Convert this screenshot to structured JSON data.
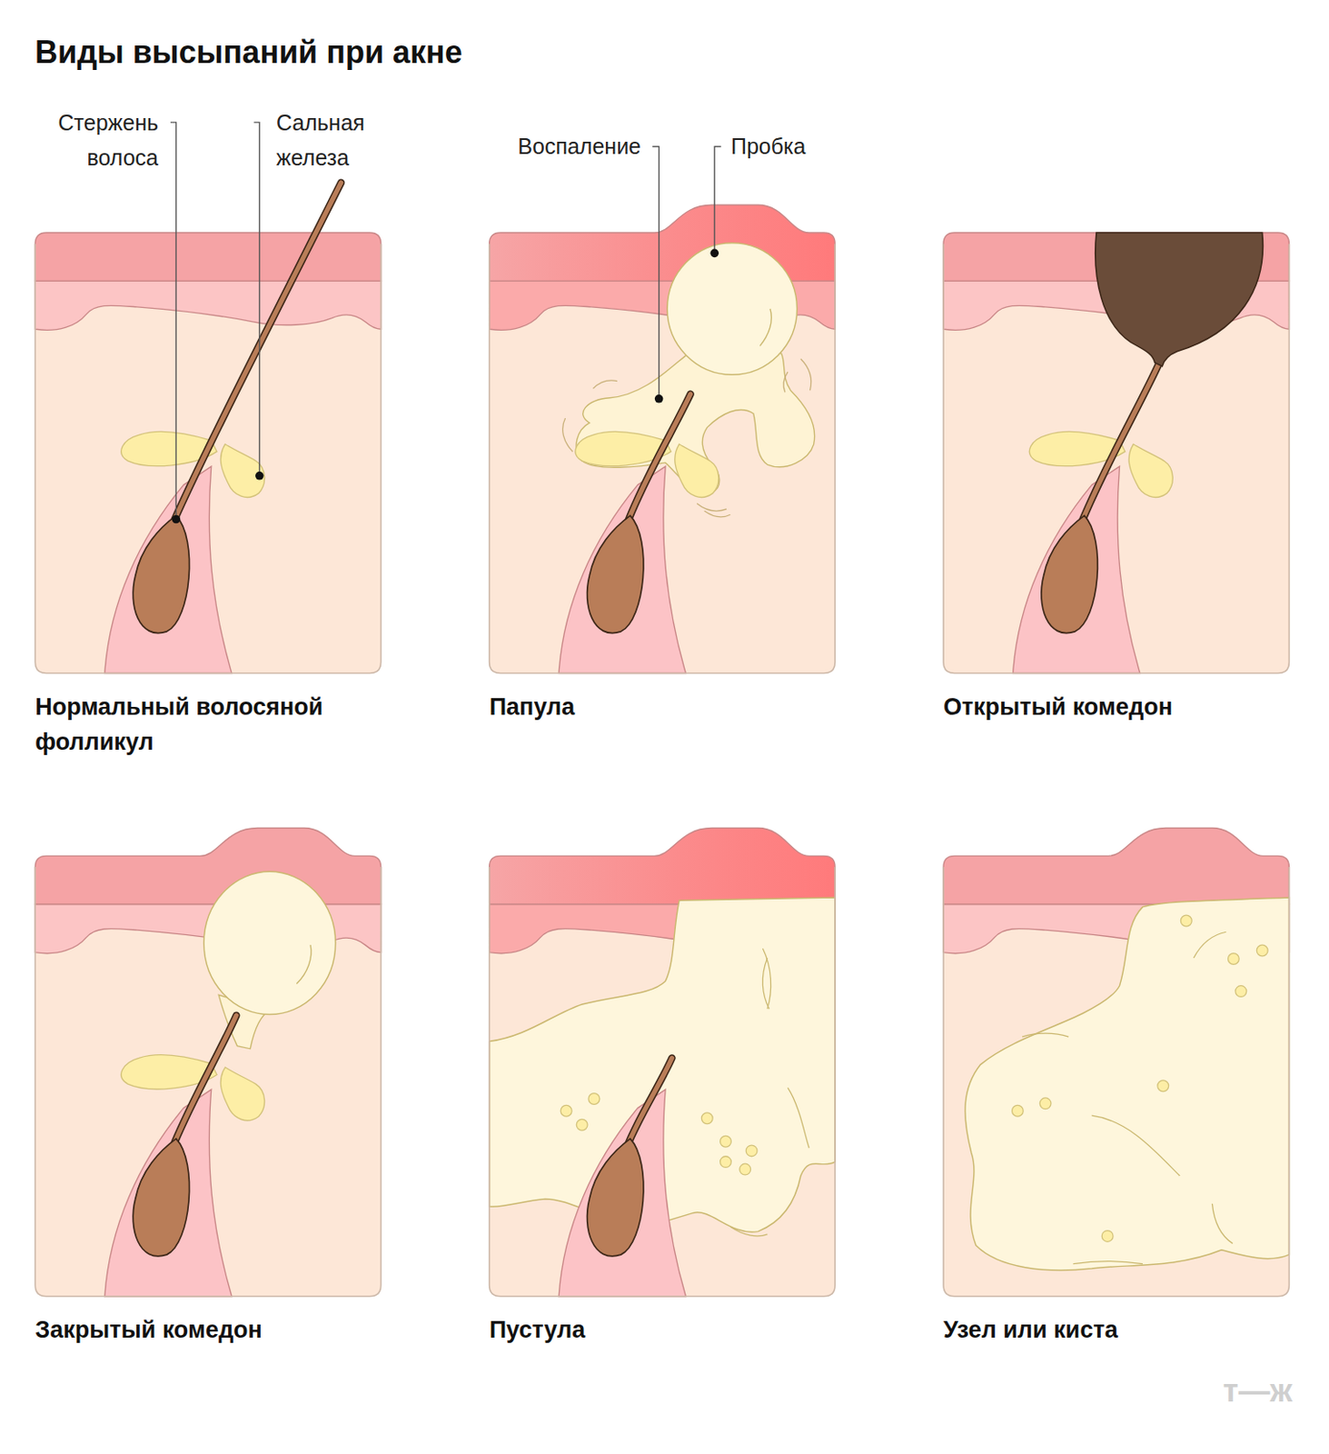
{
  "diagram": {
    "title": "Виды высыпаний при акне",
    "nodes": [
      {
        "text": [
          "Нормальный волосяной фолликул"
        ]
      },
      {
        "text": [
          "Папула"
        ]
      },
      {
        "text": [
          "Открытый комедон"
        ]
      },
      {
        "text": [
          "Закрытый комедон"
        ]
      },
      {
        "text": [
          "Пустула"
        ]
      },
      {
        "text": [
          "Узел или киста"
        ]
      }
    ],
    "labels": [
      "Стержень волоса",
      "Сальная железа",
      "Воспаление",
      "Пробка",
      "т—ж"
    ]
  }
}
